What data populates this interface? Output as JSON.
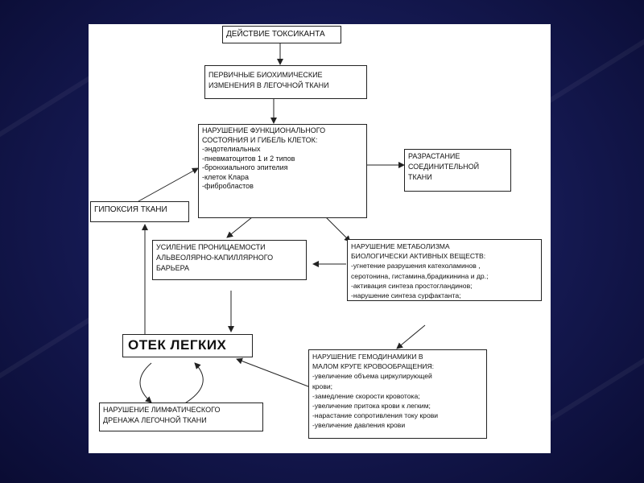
{
  "colors": {
    "background": "#1a1e5a",
    "panel": "#ffffff",
    "line": "#222222"
  },
  "diagram": {
    "nodes": {
      "toxicant": "ДЕЙСТВИЕ ТОКСИКАНТА",
      "primary": "ПЕРВИЧНЫЕ БИОХИМИЧЕСКИЕ\nИЗМЕНЕНИЯ  В ЛЕГОЧНОЙ ТКАНИ",
      "disorder": "НАРУШЕНИЕ ФУНКЦИОНАЛЬНОГО\nСОСТОЯНИЯ  И ГИБЕЛЬ КЛЕТОК:\n-эндотелиальных\n-пневматоцитов 1 и 2 типов\n-бронхиального эпителия\n-клеток Клара\n-фибробластов",
      "growth": "РАЗРАСТАНИЕ\nСОЕДИНИТЕЛЬНОЙ\nТКАНИ",
      "hypoxia": "ГИПОКСИЯ ТКАНИ",
      "permeability": "УСИЛЕНИЕ ПРОНИЦАЕМОСТИ\nАЛЬВЕОЛЯРНО-КАПИЛЛЯРНОГО\nБАРЬЕРА",
      "metabolism": "НАРУШЕНИЕ МЕТАБОЛИЗМА\nБИОЛОГИЧЕСКИ АКТИВНЫХ ВЕЩЕСТВ:\n-угнетение разрушения катехоламинов ,\nсеротонина, гистамина,брадикинина и др.;\n-активация синтеза простогландинов;\n-нарушение синтеза сурфактанта;",
      "edema": "ОТЕК ЛЕГКИХ",
      "hemodynamics": "НАРУШЕНИЕ ГЕМОДИНАМИКИ В\nМАЛОМ КРУГЕ КРОВООБРАЩЕНИЯ:\n-увеличение объема циркулирующей\nкрови;\n-замедление скорости кровотока;\n-увеличение притока крови к легким;\n-нарастание сопротивления току крови\n-увеличение давления крови",
      "lymph": "НАРУШЕНИЕ ЛИМФАТИЧЕСКОГО\nДРЕНАЖА ЛЕГОЧНОЙ ТКАНИ"
    }
  }
}
